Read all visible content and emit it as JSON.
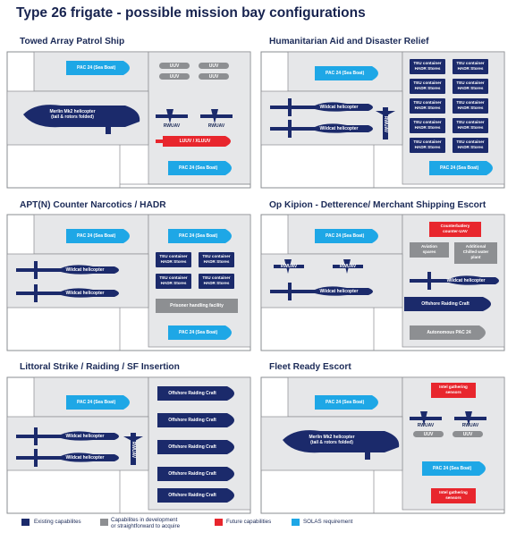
{
  "title": "Type 26 frigate - possible mission bay configurations",
  "colors": {
    "existing": "#1b2a6b",
    "development": "#8d8f92",
    "future": "#e8262d",
    "solas": "#1ea7e6",
    "bay": "#e6e7e9",
    "line": "#8a8c90"
  },
  "panels": [
    {
      "title": "Towed Array Patrol Ship",
      "items": {
        "pac_top": "PAC 24 (Sea Boat)",
        "merlin": "Merlin Mk2 helicopter",
        "merlin_sub": "(tail & rotors folded)",
        "uuv1": "UUV",
        "uuv2": "UUV",
        "uuv3": "UUV",
        "uuv4": "UUV",
        "rwuav1": "RWUAV",
        "rwuav2": "RWUAV",
        "luuv": "LUUV / XLUUV",
        "pac_bottom": "PAC 24 (Sea Boat)"
      }
    },
    {
      "title": "Humanitarian Aid and Disaster Relief",
      "items": {
        "pac_top": "PAC 24 (Sea Boat)",
        "wildcat1": "Wildcat helicopter",
        "wildcat2": "Wildcat helicopter",
        "rwuav": "RWUAV",
        "teu": [
          "TEU container\nHADR Stores",
          "TEU container\nHADR Stores",
          "TEU container\nHADR Stores",
          "TEU container\nHADR Stores",
          "TEU container\nHADR Stores",
          "TEU container\nHADR Stores",
          "TEU container\nHADR Stores",
          "TEU container\nHADR Stores",
          "TEU container\nHADR Stores",
          "TEU container\nHADR Stores"
        ],
        "pac_bottom": "PAC 24 (Sea Boat)"
      }
    },
    {
      "title": "APT(N) Counter Narcotics / HADR",
      "items": {
        "pac_top_left": "PAC 24 (Sea Boat)",
        "pac_top_right": "PAC 24 (Sea Boat)",
        "wildcat1": "Wildcat helicopter",
        "wildcat2": "Wildcat helicopter",
        "teu": [
          "TEU container\nHADR Stores",
          "TEU container\nHADR Stores",
          "TEU container\nHADR Stores",
          "TEU container\nHADR Stores"
        ],
        "prisoner": "Prisoner handling facility",
        "pac_bottom": "PAC 24 (Sea Boat)"
      }
    },
    {
      "title": "Op Kipion - Detterence/ Merchant Shipping Escort",
      "items": {
        "pac_top": "PAC 24 (Sea Boat)",
        "counter_uav": "Counterbatlery\ncounter-UAV",
        "aviation": "Aviation\nspares",
        "chilled": "Additional\nChilled water\nplant",
        "rwuav1": "RWUAV",
        "rwuav2": "RWUAV",
        "wildcat_left": "Wildcat helicopter",
        "wildcat_right": "Wildcat helicopter",
        "raiding": "Offshore Raiding Craft",
        "autonomous": "Autonomous PAC 24"
      }
    },
    {
      "title": "Littoral Strike / Raiding / SF Insertion",
      "items": {
        "pac_top": "PAC 24 (Sea Boat)",
        "wildcat1": "Wildcat helicopter",
        "wildcat2": "Wildcat helicopter",
        "rwuav": "RWUAV",
        "orc": [
          "Offshore Raiding Craft",
          "Offshore Raiding Craft",
          "Offshore Raiding Craft",
          "Offshore Raiding Craft",
          "Offshore Raiding Craft"
        ]
      }
    },
    {
      "title": "Fleet Ready Escort",
      "items": {
        "intel_top": "Intel gathering\nsensors",
        "pac_top": "PAC 24 (Sea Boat)",
        "rwuav1": "RWUAV",
        "rwuav2": "RWUAV",
        "uuv1": "UUV",
        "uuv2": "UUV",
        "merlin": "Merlin Mk2 helicopter",
        "merlin_sub": "(tail & rotors folded)",
        "pac_bottom": "PAC 24 (Sea Boat)",
        "intel_bottom": "Intel gathering\nsensors"
      }
    }
  ],
  "legend": {
    "existing": "Existing capabilites",
    "development": "Capabilites in development\nor straightforward to acquire",
    "future": "Future capabilities",
    "solas": "SOLAS requirement"
  }
}
